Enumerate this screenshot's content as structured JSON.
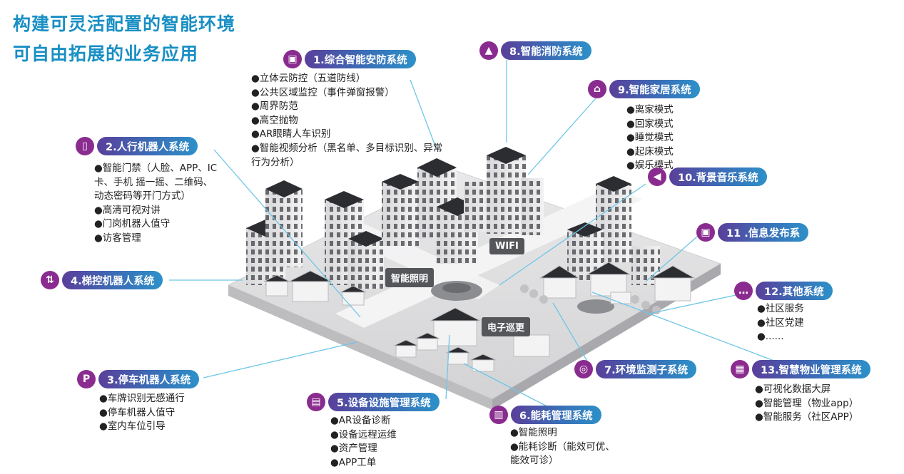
{
  "title": {
    "line1": "构建可灵活配置的智能环境",
    "line2": "可自由拓展的业务应用"
  },
  "systems": {
    "s1": {
      "label": "1.综合智能安防系统",
      "icon": "camera-icon",
      "items": [
        "●立体云防控（五道防线）",
        "●公共区域监控（事件弹窗报警）",
        "●周界防范",
        "●高空抛物",
        "●AR眼睛人车识别",
        "●智能视频分析（黑名单、多目标识别、异常",
        "行为分析）"
      ]
    },
    "s2": {
      "label": "2.人行机器人系统",
      "icon": "door-icon",
      "items": [
        "●智能门禁（人脸、APP、IC",
        "卡、手机 摇一摇、二维码、",
        "动态密码等开门方式）",
        "●高清可视对讲",
        "●门岗机器人值守",
        "●访客管理"
      ]
    },
    "s3": {
      "label": "3.停车机器人系统",
      "icon": "parking-icon",
      "items": [
        "●车牌识别无感通行",
        "●停车机器人值守",
        "●室内车位引导"
      ]
    },
    "s4": {
      "label": "4.梯控机器人系统",
      "icon": "elevator-icon"
    },
    "s5": {
      "label": "5.设备设施管理系统",
      "icon": "device-icon",
      "items": [
        "●AR设备诊断",
        "●设备远程运维",
        "●资产管理",
        "●APP工单"
      ]
    },
    "s6": {
      "label": "6.能耗管理系统",
      "icon": "meter-icon",
      "items": [
        "●智能照明",
        "●能耗诊断（能效可优、",
        "能效可诊）"
      ]
    },
    "s7": {
      "label": "7.环境监测子系统",
      "icon": "environment-icon"
    },
    "s8": {
      "label": "8.智能消防系统",
      "icon": "fire-alarm-icon"
    },
    "s9": {
      "label": "9.智能家居系统",
      "icon": "home-icon",
      "items": [
        "●离家模式",
        "●回家模式",
        "●睡觉模式",
        "●起床模式",
        "●娱乐模式"
      ]
    },
    "s10": {
      "label": "10.背景音乐系统",
      "icon": "speaker-icon"
    },
    "s11": {
      "label": "11 .信息发布系",
      "icon": "display-icon"
    },
    "s12": {
      "label": "12.其他系统",
      "icon": "more-icon",
      "items": [
        "●社区服务",
        "●社区党建",
        "●......"
      ]
    },
    "s13": {
      "label": "13.智慧物业管理系统",
      "icon": "property-icon",
      "items": [
        "●可视化数据大屏",
        "●智能管理（物业app）",
        "●智能服务（社区APP）"
      ]
    }
  },
  "scene": {
    "wifi": "WIFI",
    "lighting": "智能照明",
    "patrol": "电子巡更"
  },
  "colors": {
    "title": "#1a8fc4",
    "icon_bg": "#8a2c8f",
    "pill_start": "#5a3f9a",
    "pill_end": "#2d90c8",
    "line": "#6ec6e6"
  }
}
